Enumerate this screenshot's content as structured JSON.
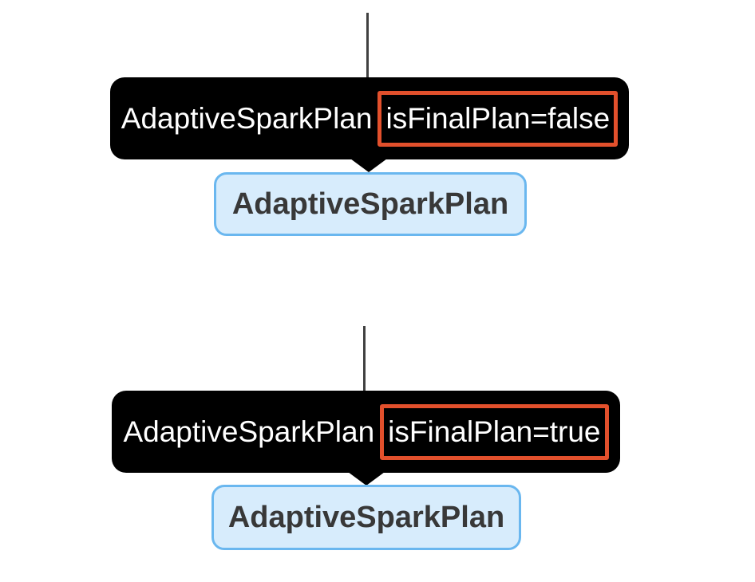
{
  "diagram": {
    "description": "Spark SQL plan visualization snippets with hover tooltips",
    "groups": [
      {
        "tooltip": {
          "operator": "AdaptiveSparkPlan",
          "attribute": "isFinalPlan=false"
        },
        "node": {
          "label": "AdaptiveSparkPlan"
        }
      },
      {
        "tooltip": {
          "operator": "AdaptiveSparkPlan",
          "attribute": "isFinalPlan=true"
        },
        "node": {
          "label": "AdaptiveSparkPlan"
        }
      }
    ],
    "colors": {
      "tooltip_bg": "#000000",
      "tooltip_text": "#ffffff",
      "highlight_border": "#e2502c",
      "node_fill": "#d7ecfc",
      "node_border": "#6ab7ef",
      "node_text": "#383838",
      "edge": "#404040",
      "canvas_bg": "#ffffff"
    }
  }
}
